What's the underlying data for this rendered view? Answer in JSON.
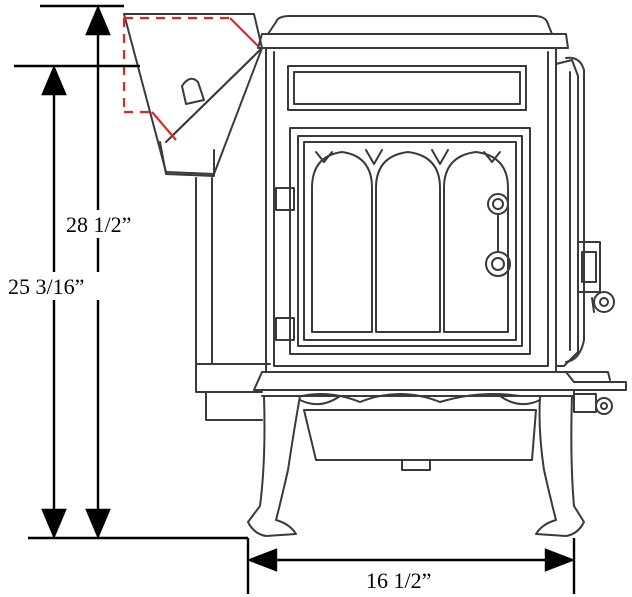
{
  "dimensions": {
    "height_to_flue_top": "28 1/2”",
    "height_to_flue_rear": "25 3/16”",
    "width_legs": "16 1/2”"
  },
  "colors": {
    "line": "#000000",
    "flue_cut_marker": "#e0262a",
    "stove_stroke": "#3a3a3a"
  },
  "icons": {
    "arrowheads": "triangle-arrow-icon"
  }
}
